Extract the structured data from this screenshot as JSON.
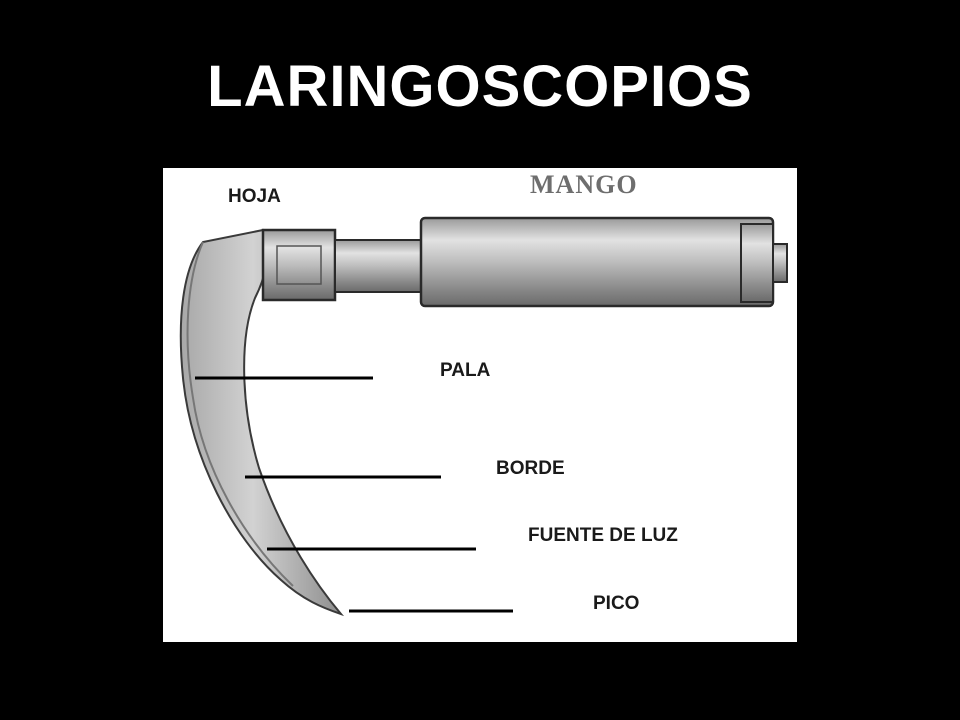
{
  "title": "LARINGOSCOPIOS",
  "labels": {
    "hoja": "HOJA",
    "mango": "MANGO",
    "pala": "PALA",
    "borde": "BORDE",
    "fuente_de_luz": "FUENTE DE LUZ",
    "pico": "PICO"
  },
  "colors": {
    "background": "#000000",
    "title": "#ffffff",
    "figure_background": "#ffffff",
    "label_text": "#1a1a1a",
    "mango_text": "#6e6e6e",
    "leader_line": "#000000"
  }
}
